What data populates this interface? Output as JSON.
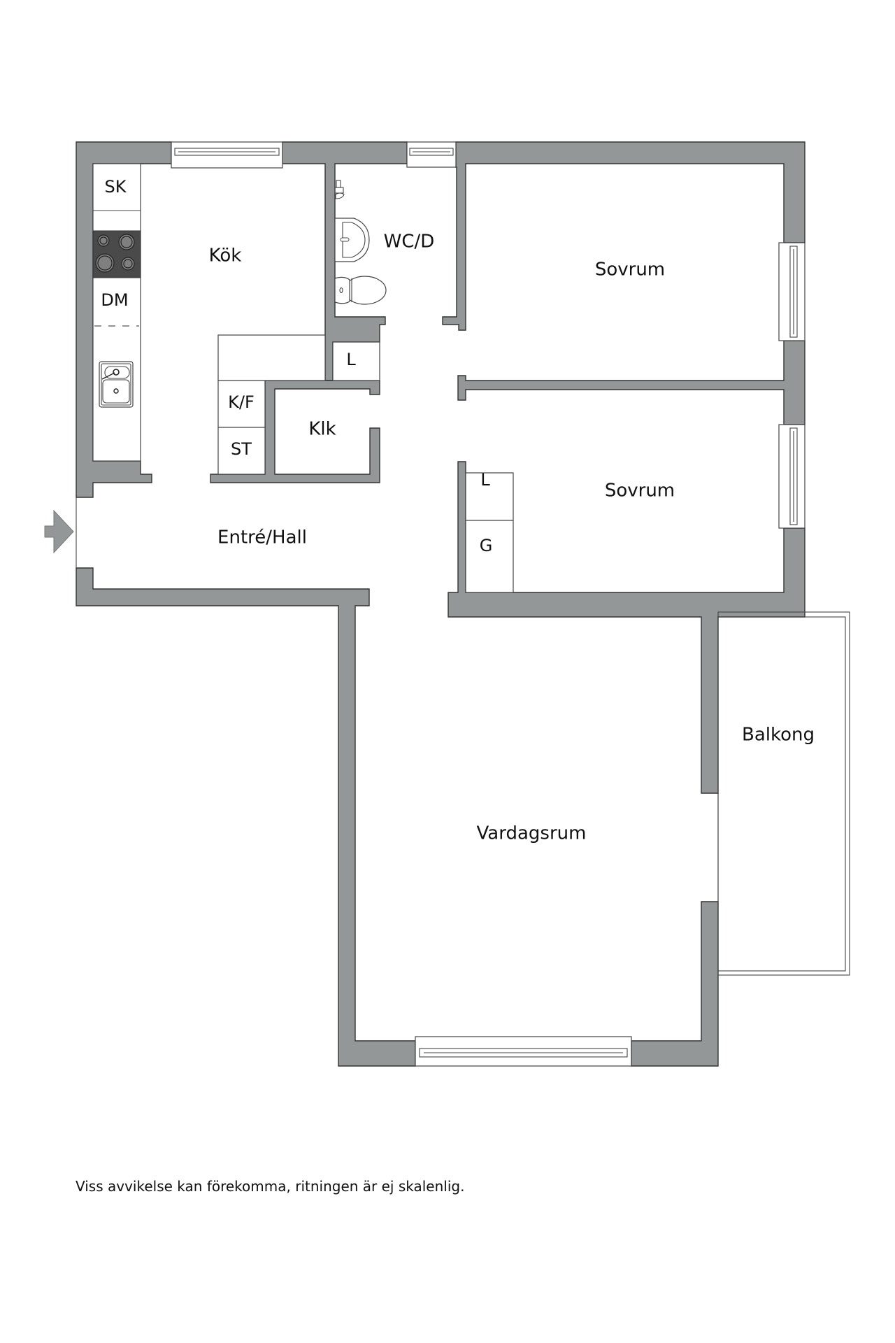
{
  "floorplan": {
    "rooms": {
      "kitchen": "Kök",
      "wc_shower": "WC/D",
      "bedroom_1": "Sovrum",
      "bedroom_2": "Sovrum",
      "entrance_hall": "Entré/Hall",
      "closet": "Klk",
      "living_room": "Vardagsrum",
      "balcony": "Balkong"
    },
    "fixtures": {
      "sk": "SK",
      "dm": "DM",
      "kf": "K/F",
      "st": "ST",
      "l_hall": "L",
      "l_bedroom": "L",
      "g_bedroom": "G"
    },
    "icons": {
      "entrance": "entrance-arrow-icon",
      "stove": "stove-icon",
      "sink": "kitchen-sink-icon",
      "washbasin": "washbasin-icon",
      "toilet": "toilet-icon",
      "shower": "shower-tap-icon"
    },
    "colors": {
      "wall": "#939797",
      "outline": "#333333",
      "background": "#ffffff"
    }
  },
  "footer": {
    "disclaimer": "Viss avvikelse kan förekomma, ritningen är ej skalenlig."
  }
}
